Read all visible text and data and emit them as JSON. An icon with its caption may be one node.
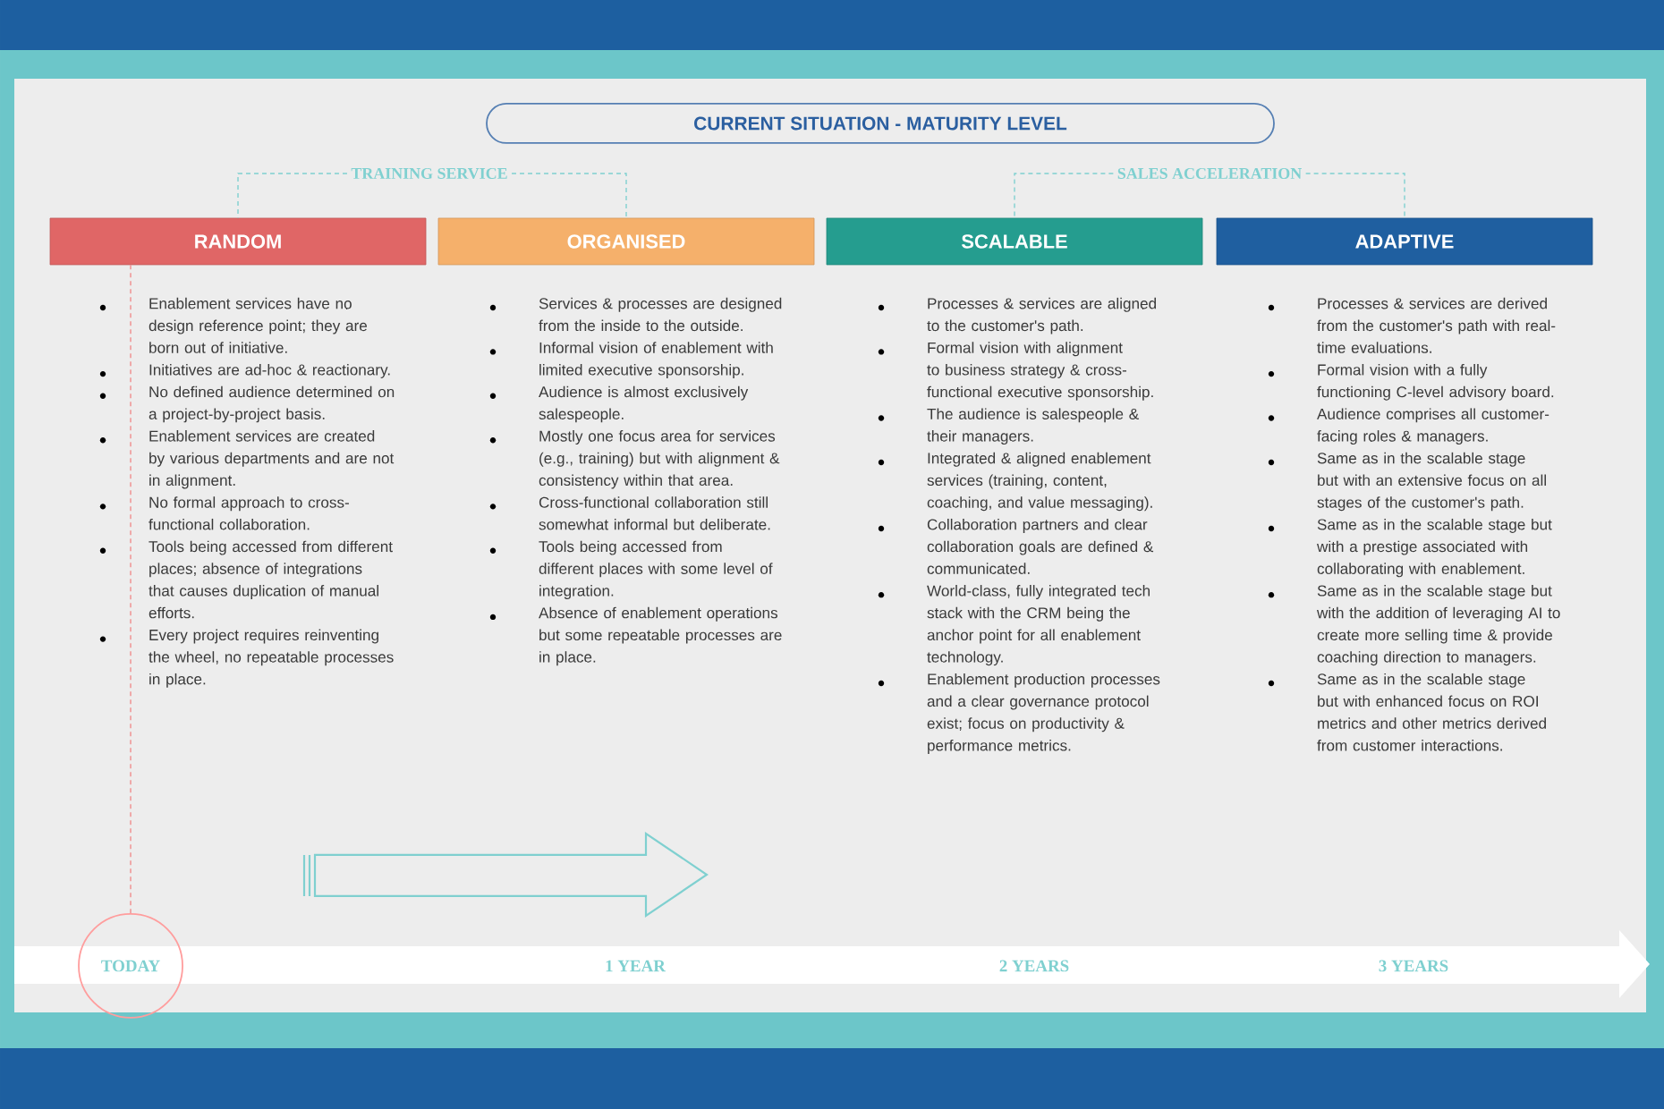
{
  "diagram": {
    "nodes": [
      {
        "text": [
          "CURRENT SITUATION - MATURITY LEVEL"
        ]
      },
      {
        "text": [
          "TRAINING SERVICE"
        ]
      },
      {
        "text": [
          "SALES ACCELERATION"
        ]
      },
      {
        "text": [
          "RANDOM"
        ],
        "beside": [
          "Enablement services have no design reference point; they are born out of initiative.",
          "Initiatives are ad-hoc & reactionary.",
          "No defined audience determined on a project-by-project basis.",
          "Enablement services are created by various departments and are not in alignment.",
          "No formal approach to cross-functional collaboration.",
          "Tools being accessed from different places; absence of integrations that causes duplication of manual efforts.",
          "Every project requires reinventing the wheel, no repeatable processes in place."
        ]
      },
      {
        "text": [
          "ORGANISED"
        ],
        "beside": [
          "Services & processes are designed from the inside to the outside.",
          "Informal vision of enablement with limited executive sponsorship.",
          "Audience is almost exclusively salespeople.",
          "Mostly one focus area for services (e.g., training) but with alignment & consistency within that area.",
          "Cross-functional collaboration still somewhat informal but deliberate.",
          "Tools being accessed from different places with some level of integration.",
          "Absence of enablement operations but some repeatable processes are in place."
        ]
      },
      {
        "text": [
          "SCALABLE"
        ],
        "beside": [
          "Processes & services are aligned to the customer's path.",
          "Formal vision with alignment to business strategy & cross-functional executive sponsorship.",
          "The audience is salespeople & their managers.",
          "Integrated & aligned enablement services (training, content, coaching, and value messaging).",
          "Collaboration partners and clear collaboration goals are defined & communicated.",
          "World-class, fully integrated tech stack with the CRM being the anchor point for all enablement technology.",
          "Enablement production processes and a clear governance protocol exist; focus on productivity & performance metrics."
        ]
      },
      {
        "text": [
          "ADAPTIVE"
        ],
        "beside": [
          "Processes & services are derived from the customer's path with real-time evaluations.",
          "Formal vision with a fully functioning C-level advisory board.",
          "Audience comprises all customer-facing roles & managers.",
          "Same as in the scalable stage but with an extensive focus on all stages of the customer's path.",
          "Same as in the scalable stage but with a prestige associated with collaborating with enablement.",
          "Same as in the scalable stage but with the addition of leveraging AI to create more selling time & provide coaching direction to managers.",
          "Same as in the scalable stage but with enhanced focus on ROI metrics and other metrics derived from customer interactions."
        ]
      },
      {
        "text": [
          "TODAY"
        ]
      }
    ],
    "edges": [
      {
        "from": 1,
        "to": 3,
        "arrow": "none",
        "style": "dashed"
      },
      {
        "from": 1,
        "to": 4,
        "arrow": "none",
        "style": "dashed"
      },
      {
        "from": 2,
        "to": 5,
        "arrow": "none",
        "style": "dashed"
      },
      {
        "from": 2,
        "to": 6,
        "arrow": "none",
        "style": "dashed"
      },
      {
        "from": 3,
        "to": 7,
        "arrow": "none",
        "style": "dashed",
        "color": "#f08c8c"
      }
    ],
    "labels": [
      "1 YEAR",
      "2 YEARS",
      "3 YEARS"
    ]
  }
}
